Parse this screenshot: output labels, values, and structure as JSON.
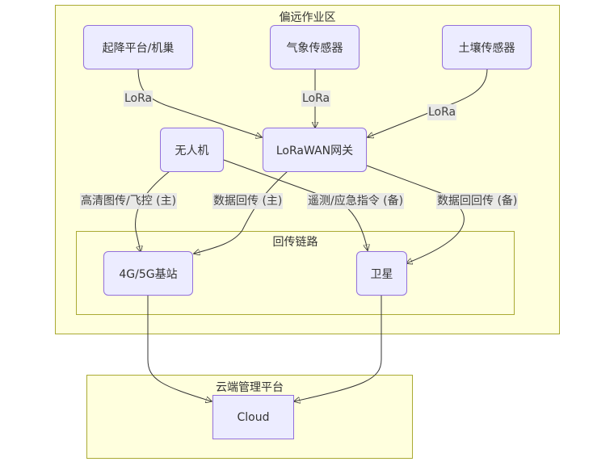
{
  "diagram": {
    "type": "flowchart",
    "clusters": {
      "remote": {
        "title": "偏远作业区"
      },
      "backhaul": {
        "title": "回传链路"
      },
      "cloud": {
        "title": "云端管理平台"
      }
    },
    "nodes": {
      "dock": "起降平台/机巢",
      "weather": "气象传感器",
      "soil": "土壤传感器",
      "drone": "无人机",
      "gateway": "LoRaWAN网关",
      "cellular": "4G/5G基站",
      "satellite": "卫星",
      "cloud": "Cloud"
    },
    "edges": [
      {
        "from": "dock",
        "to": "gateway",
        "label": "LoRa"
      },
      {
        "from": "weather",
        "to": "gateway",
        "label": "LoRa"
      },
      {
        "from": "soil",
        "to": "gateway",
        "label": "LoRa"
      },
      {
        "from": "drone",
        "to": "cellular",
        "label": "高清图传/飞控 (主)"
      },
      {
        "from": "gateway",
        "to": "cellular",
        "label": "数据回传 (主)"
      },
      {
        "from": "drone",
        "to": "satellite",
        "label": "遥测/应急指令 (备)"
      },
      {
        "from": "gateway",
        "to": "satellite",
        "label": "数据回回传 (备)"
      },
      {
        "from": "cellular",
        "to": "cloud",
        "label": ""
      },
      {
        "from": "satellite",
        "to": "cloud",
        "label": ""
      }
    ]
  },
  "colors": {
    "node_fill": "#ececff",
    "node_border": "#9370db",
    "cluster_fill": "#ffffde",
    "cluster_border": "#aaaa33",
    "edge": "#333333",
    "edge_label_bg": "#e8e8e8"
  }
}
